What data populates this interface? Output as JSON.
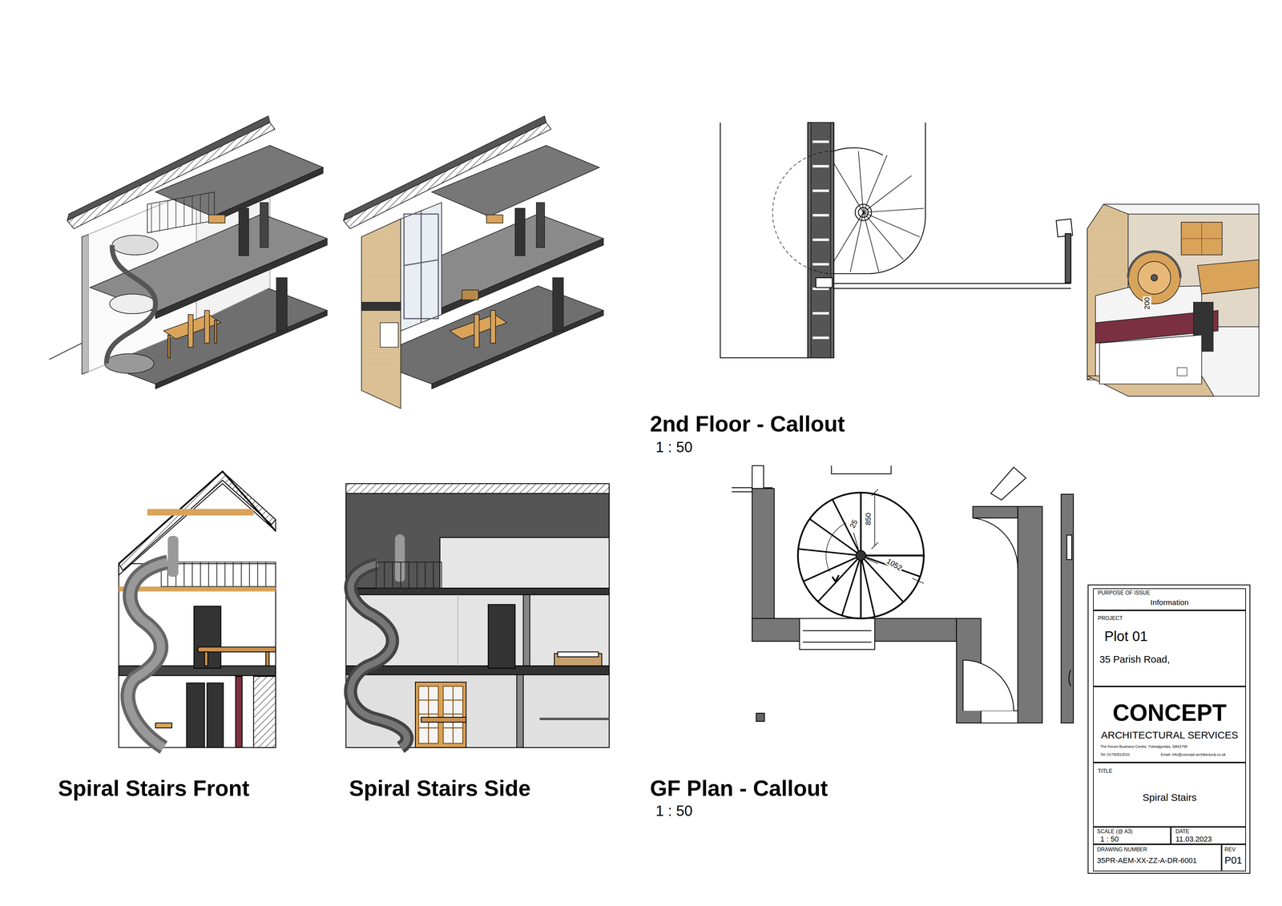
{
  "diagram": {
    "nodes": [
      {
        "text": [
          "PURPOSE OF ISSUE",
          "Information"
        ]
      },
      {
        "text": [
          "PROJECT",
          "Plot 01",
          "35 Parish Road,"
        ]
      },
      {
        "text": [
          "CONCEPT",
          "ARCHITECTURAL SERVICES",
          "The Forum Business Centre, Ystradgynlais, SA91YW",
          "Tel: 01792812010",
          "Email: info@concept-architectural.co.uk"
        ]
      },
      {
        "text": [
          "TITLE",
          "Spiral Stairs"
        ]
      },
      {
        "text": [
          "SCALE (@ A3)",
          "1 : 50"
        ]
      },
      {
        "text": [
          "DATE",
          "11.03.2023"
        ]
      },
      {
        "text": [
          "DRAWING NUMBER",
          "35PR-AEM-XX-ZZ-A-DR-6001"
        ]
      },
      {
        "text": [
          "REV",
          "P01"
        ]
      }
    ],
    "labels": [
      "2nd Floor - Callout",
      "1 : 50",
      "200",
      "850",
      "25",
      "1052",
      "Spiral Stairs Front",
      "Spiral Stairs Side",
      "GF Plan - Callout",
      "1 : 50"
    ]
  }
}
